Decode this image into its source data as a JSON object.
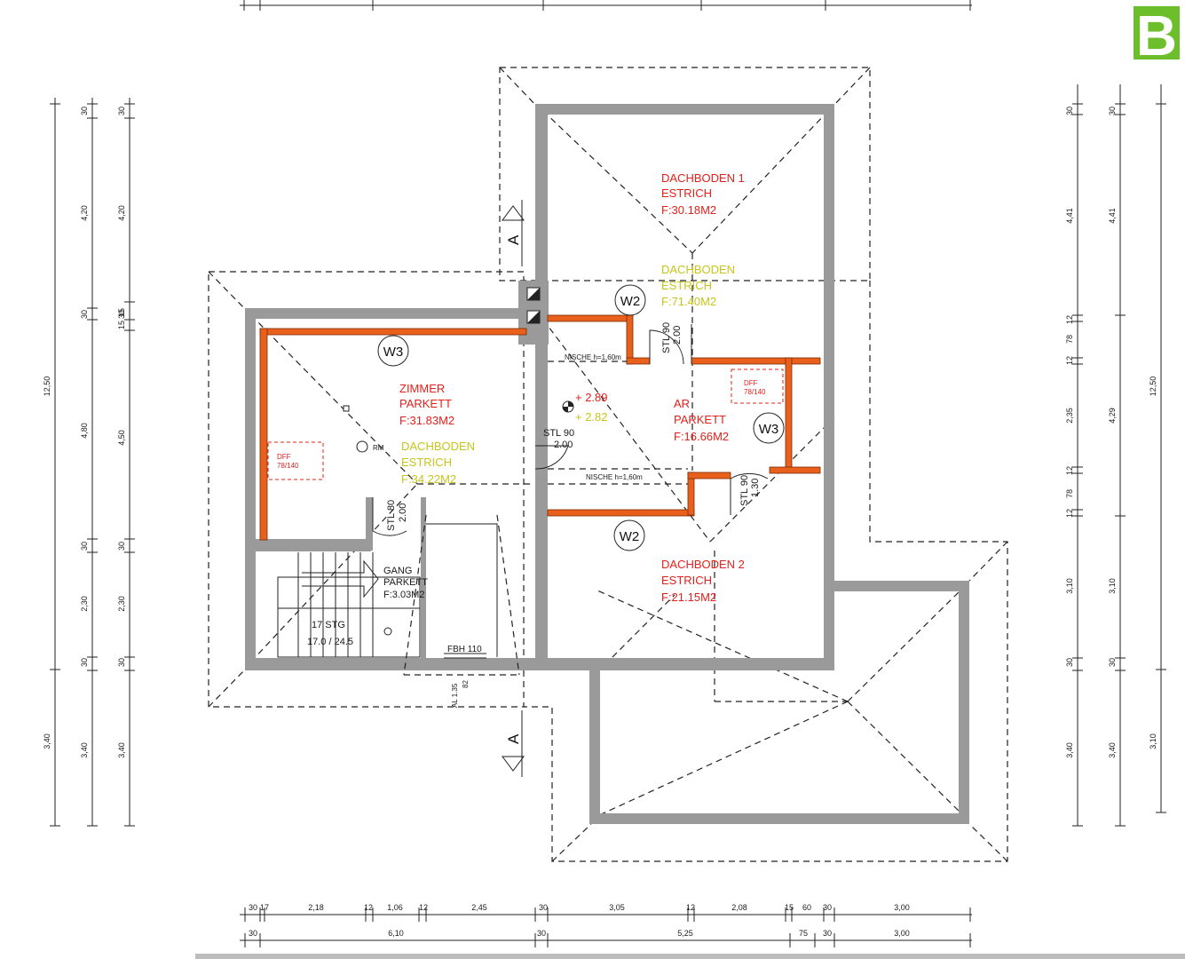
{
  "logo": {
    "letter": "B",
    "color": "#6cbf2a"
  },
  "colors": {
    "wall": "#9a9a9a",
    "new_wall": "#e8601c",
    "room_label": "#e3201b",
    "attic_label": "#c8c41a"
  },
  "rooms": {
    "dachboden1": {
      "name": "DACHBODEN 1",
      "floor": "ESTRICH",
      "area": "F:30.18M2"
    },
    "dachboden_total": {
      "name": "DACHBODEN",
      "floor": "ESTRICH",
      "area": "F:71.40M2"
    },
    "zimmer": {
      "name": "ZIMMER",
      "floor": "PARKETT",
      "area": "F:31.83M2"
    },
    "dachboden_zimmer": {
      "name": "DACHBODEN",
      "floor": "ESTRICH",
      "area": "F:34.22M2"
    },
    "ar": {
      "name": "AR",
      "floor": "PARKETT",
      "area": "F:16.66M2"
    },
    "dachboden2": {
      "name": "DACHBODEN 2",
      "floor": "ESTRICH",
      "area": "F:21.15M2"
    },
    "gang": {
      "name": "GANG",
      "floor": "PARKETT",
      "area": "F:3.03M2"
    }
  },
  "wall_tags": {
    "w2_top": "W2",
    "w3_left": "W3",
    "w3_right": "W3",
    "w2_bottom": "W2"
  },
  "section_marks": {
    "top": "A",
    "bottom": "A"
  },
  "annotations": {
    "level_1": "+ 2.89",
    "level_2": "+ 2.82",
    "stl90_a": "STL 90",
    "stl90_a_h": "2.00",
    "stl90_b": "STL 90",
    "stl90_b_h": "2.00",
    "stl90_c": "STL 90",
    "stl90_c_h": "1.30",
    "stl80": "STL 80",
    "stl80_h": "2.00",
    "nische1": "NISCHE h=1,60m",
    "nische2": "NISCHE h=1,60m",
    "dff1_a": "DFF",
    "dff1_b": "78/140",
    "dff2_a": "DFF",
    "dff2_b": "78/140",
    "stairs_a": "17 STG",
    "stairs_b": "17.0 / 24.5",
    "fbh": "FBH 110",
    "al1": "AL 1.35",
    "al2": "82",
    "rm": "RM"
  },
  "dims": {
    "bottom_row1": [
      "30",
      "17",
      "2,18",
      "12",
      "1,06",
      "12",
      "2,45",
      "30",
      "3,05",
      "12",
      "2,08",
      "15",
      "60",
      "30",
      "3,00"
    ],
    "bottom_row2": [
      "30",
      "6,10",
      "30",
      "5,25",
      "75",
      "30",
      "3,00"
    ],
    "left_col1": [
      "12,50",
      "3,40"
    ],
    "left_col2": [
      "30",
      "4,20",
      "30",
      "4,80",
      "30",
      "2,30",
      "30",
      "3,40"
    ],
    "left_col3": [
      "30",
      "4,20",
      "15",
      "15",
      "30",
      "4,50",
      "30",
      "2,30",
      "30",
      "3,40"
    ],
    "right_col1": [
      "30",
      "4,41",
      "12",
      "78",
      "12",
      "2,35",
      "12",
      "78",
      "12",
      "3,10",
      "30",
      "3,40"
    ],
    "right_col2": [
      "30",
      "4,41",
      "4,29",
      "3,10",
      "30",
      "3,40"
    ],
    "right_col3": [
      "12,50",
      "3,10"
    ]
  }
}
